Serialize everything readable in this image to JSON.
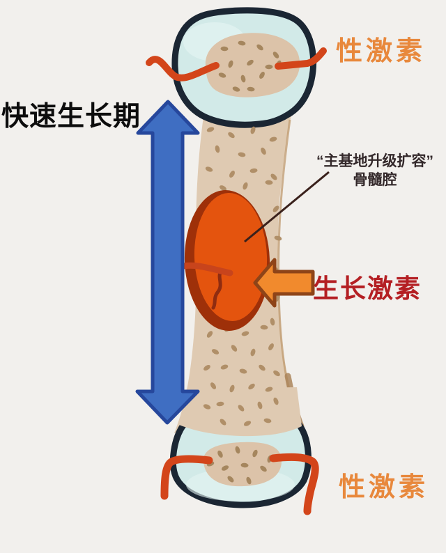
{
  "diagram": {
    "title_semantic": "bone-growth-hormones-diagram",
    "labels": {
      "top_sex_hormone": "性激素",
      "bottom_sex_hormone": "性激素",
      "growth_hormone": "生长激素",
      "rapid_growth_period": "快速生长期",
      "marrow_caption_line1": "“主基地升级扩容”",
      "marrow_caption_line2": "骨髓腔"
    },
    "icons": {
      "rapid_growth_arrow": "vertical-double-arrow",
      "growth_hormone_arrow": "left-block-arrow",
      "marrow_pointer": "leader-line"
    },
    "colors": {
      "background": "#f2f0ed",
      "sex_hormone_text": "#e8883c",
      "growth_hormone_text": "#b41f23",
      "rapid_growth_text": "#0d0d0d",
      "caption_text": "#33282a",
      "blue_arrow_fill": "#3f6ec2",
      "blue_arrow_border": "#26479c",
      "orange_arrow_fill": "#f18a2d",
      "orange_arrow_border": "#8e4418",
      "bone_shaft": "#dfcab2",
      "bone_speckle": "#b08f68",
      "epiphysis_fill": "#d2eae8",
      "epiphysis_outline": "#1b2633",
      "spongy_bone": "#dcc3a9",
      "marrow_cavity": "#e4540e",
      "marrow_cavity_dark": "#9e3009",
      "blood_vessel": "#d3451a"
    }
  }
}
